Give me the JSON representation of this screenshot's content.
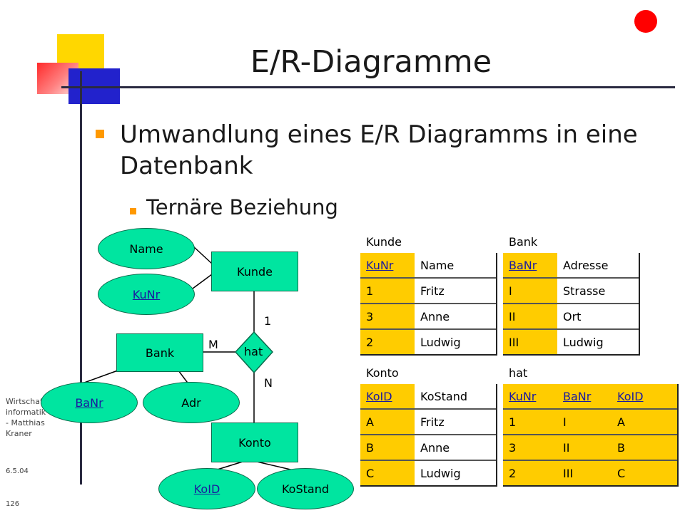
{
  "slide": {
    "title": "E/R-Diagramme",
    "bullet1": "Umwandlung eines E/R Diagramms in eine Datenbank",
    "bullet2": "Ternäre Beziehung"
  },
  "footer": {
    "text": "Wirtschafts-informatik - Matthias Kraner",
    "date": "6.5.04",
    "page": "126"
  },
  "er": {
    "entity_kunde": "Kunde",
    "entity_bank": "Bank",
    "entity_konto": "Konto",
    "relationship": "hat",
    "attr_name": "Name",
    "attr_kunr": "KuNr",
    "attr_banr": "BaNr",
    "attr_adr": "Adr",
    "attr_koid": "KoID",
    "attr_kostand": "KoStand",
    "card_kunde": "1",
    "card_bank": "M",
    "card_konto": "N"
  },
  "tables": {
    "kunde": {
      "title": "Kunde",
      "header": [
        "KuNr",
        "Name"
      ],
      "rows": [
        [
          "1",
          "Fritz"
        ],
        [
          "3",
          "Anne"
        ],
        [
          "2",
          "Ludwig"
        ]
      ]
    },
    "bank": {
      "title": "Bank",
      "header": [
        "BaNr",
        "Adresse"
      ],
      "rows": [
        [
          "I",
          "Strasse"
        ],
        [
          "II",
          "Ort"
        ],
        [
          "III",
          "Ludwig"
        ]
      ]
    },
    "konto": {
      "title": "Konto",
      "header": [
        "KoID",
        "KoStand"
      ],
      "rows": [
        [
          "A",
          "Fritz"
        ],
        [
          "B",
          "Anne"
        ],
        [
          "C",
          "Ludwig"
        ]
      ]
    },
    "hat": {
      "title": "hat",
      "header": [
        "KuNr",
        "BaNr",
        "KoID"
      ],
      "rows": [
        [
          "1",
          "I",
          "A"
        ],
        [
          "3",
          "II",
          "B"
        ],
        [
          "2",
          "III",
          "C"
        ]
      ]
    }
  },
  "colors": {
    "entity_fill": "#00e5a0",
    "table_fill": "#ffcc00",
    "bullet": "#ff9900",
    "red_dot": "#ff0000"
  }
}
